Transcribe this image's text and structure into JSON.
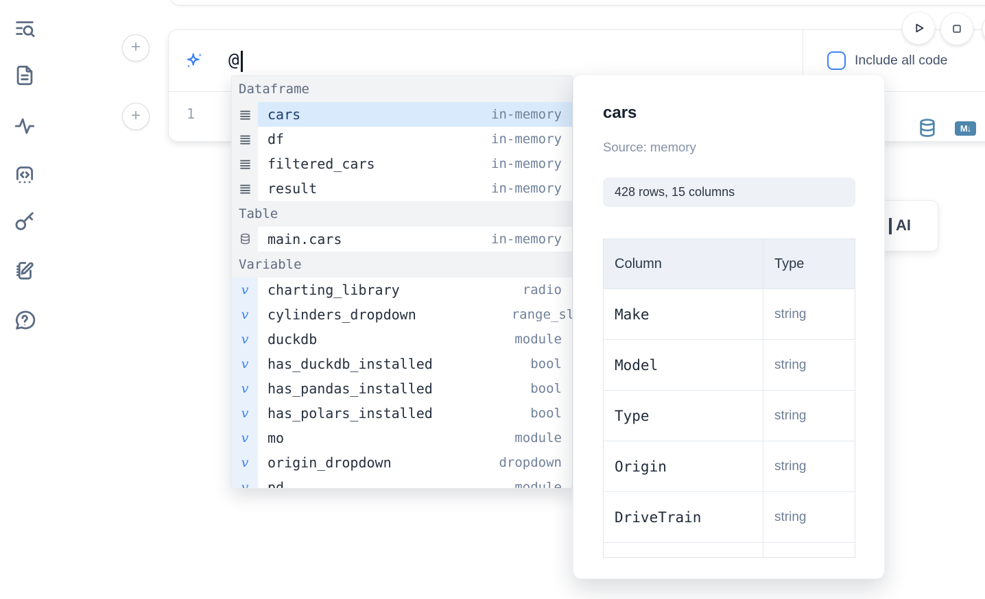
{
  "colors": {
    "accent_blue": "#3b82f6",
    "steel_blue": "#4e86ad",
    "sidebar_icon": "#5b6b84",
    "selected_row_bg": "#d8eafc"
  },
  "sidebar": {
    "icons": [
      "list-search",
      "file-document",
      "activity",
      "code-snippets",
      "key",
      "scratchpad-notebook",
      "help-chat"
    ]
  },
  "toolbar": {
    "buttons": [
      "run",
      "stop"
    ]
  },
  "ai_cell": {
    "prompt_value": "@",
    "include_all_code_label": "Include all code",
    "include_all_code_checked": false
  },
  "code_cell": {
    "line_number": "1",
    "icons": [
      "database",
      "markdown"
    ]
  },
  "autocomplete": {
    "sections": [
      {
        "label": "Dataframe",
        "icon": "dataframe-rows-icon",
        "gutter": "gray",
        "items": [
          {
            "name": "cars",
            "type": "in-memory",
            "selected": true
          },
          {
            "name": "df",
            "type": "in-memory"
          },
          {
            "name": "filtered_cars",
            "type": "in-memory"
          },
          {
            "name": "result",
            "type": "in-memory"
          }
        ]
      },
      {
        "label": "Table",
        "icon": "database-icon",
        "gutter": "gray",
        "items": [
          {
            "name": "main.cars",
            "type": "in-memory"
          }
        ]
      },
      {
        "label": "Variable",
        "icon": "variable-v-icon",
        "gutter": "blue",
        "items": [
          {
            "name": "charting_library",
            "type": "radio"
          },
          {
            "name": "cylinders_dropdown",
            "type": "range_slider",
            "type_overflow": true
          },
          {
            "name": "duckdb",
            "type": "module"
          },
          {
            "name": "has_duckdb_installed",
            "type": "bool"
          },
          {
            "name": "has_pandas_installed",
            "type": "bool"
          },
          {
            "name": "has_polars_installed",
            "type": "bool"
          },
          {
            "name": "mo",
            "type": "module"
          },
          {
            "name": "origin_dropdown",
            "type": "dropdown"
          },
          {
            "name": "pd",
            "type": "module",
            "clipped": true
          }
        ]
      }
    ]
  },
  "preview": {
    "title": "cars",
    "source": "Source: memory",
    "shape_badge": "428 rows, 15 columns",
    "table": {
      "headers": [
        "Column",
        "Type"
      ],
      "rows": [
        [
          "Make",
          "string"
        ],
        [
          "Model",
          "string"
        ],
        [
          "Type",
          "string"
        ],
        [
          "Origin",
          "string"
        ],
        [
          "DriveTrain",
          "string"
        ]
      ]
    }
  },
  "partial_ai_button": {
    "visible_label": "AI"
  }
}
